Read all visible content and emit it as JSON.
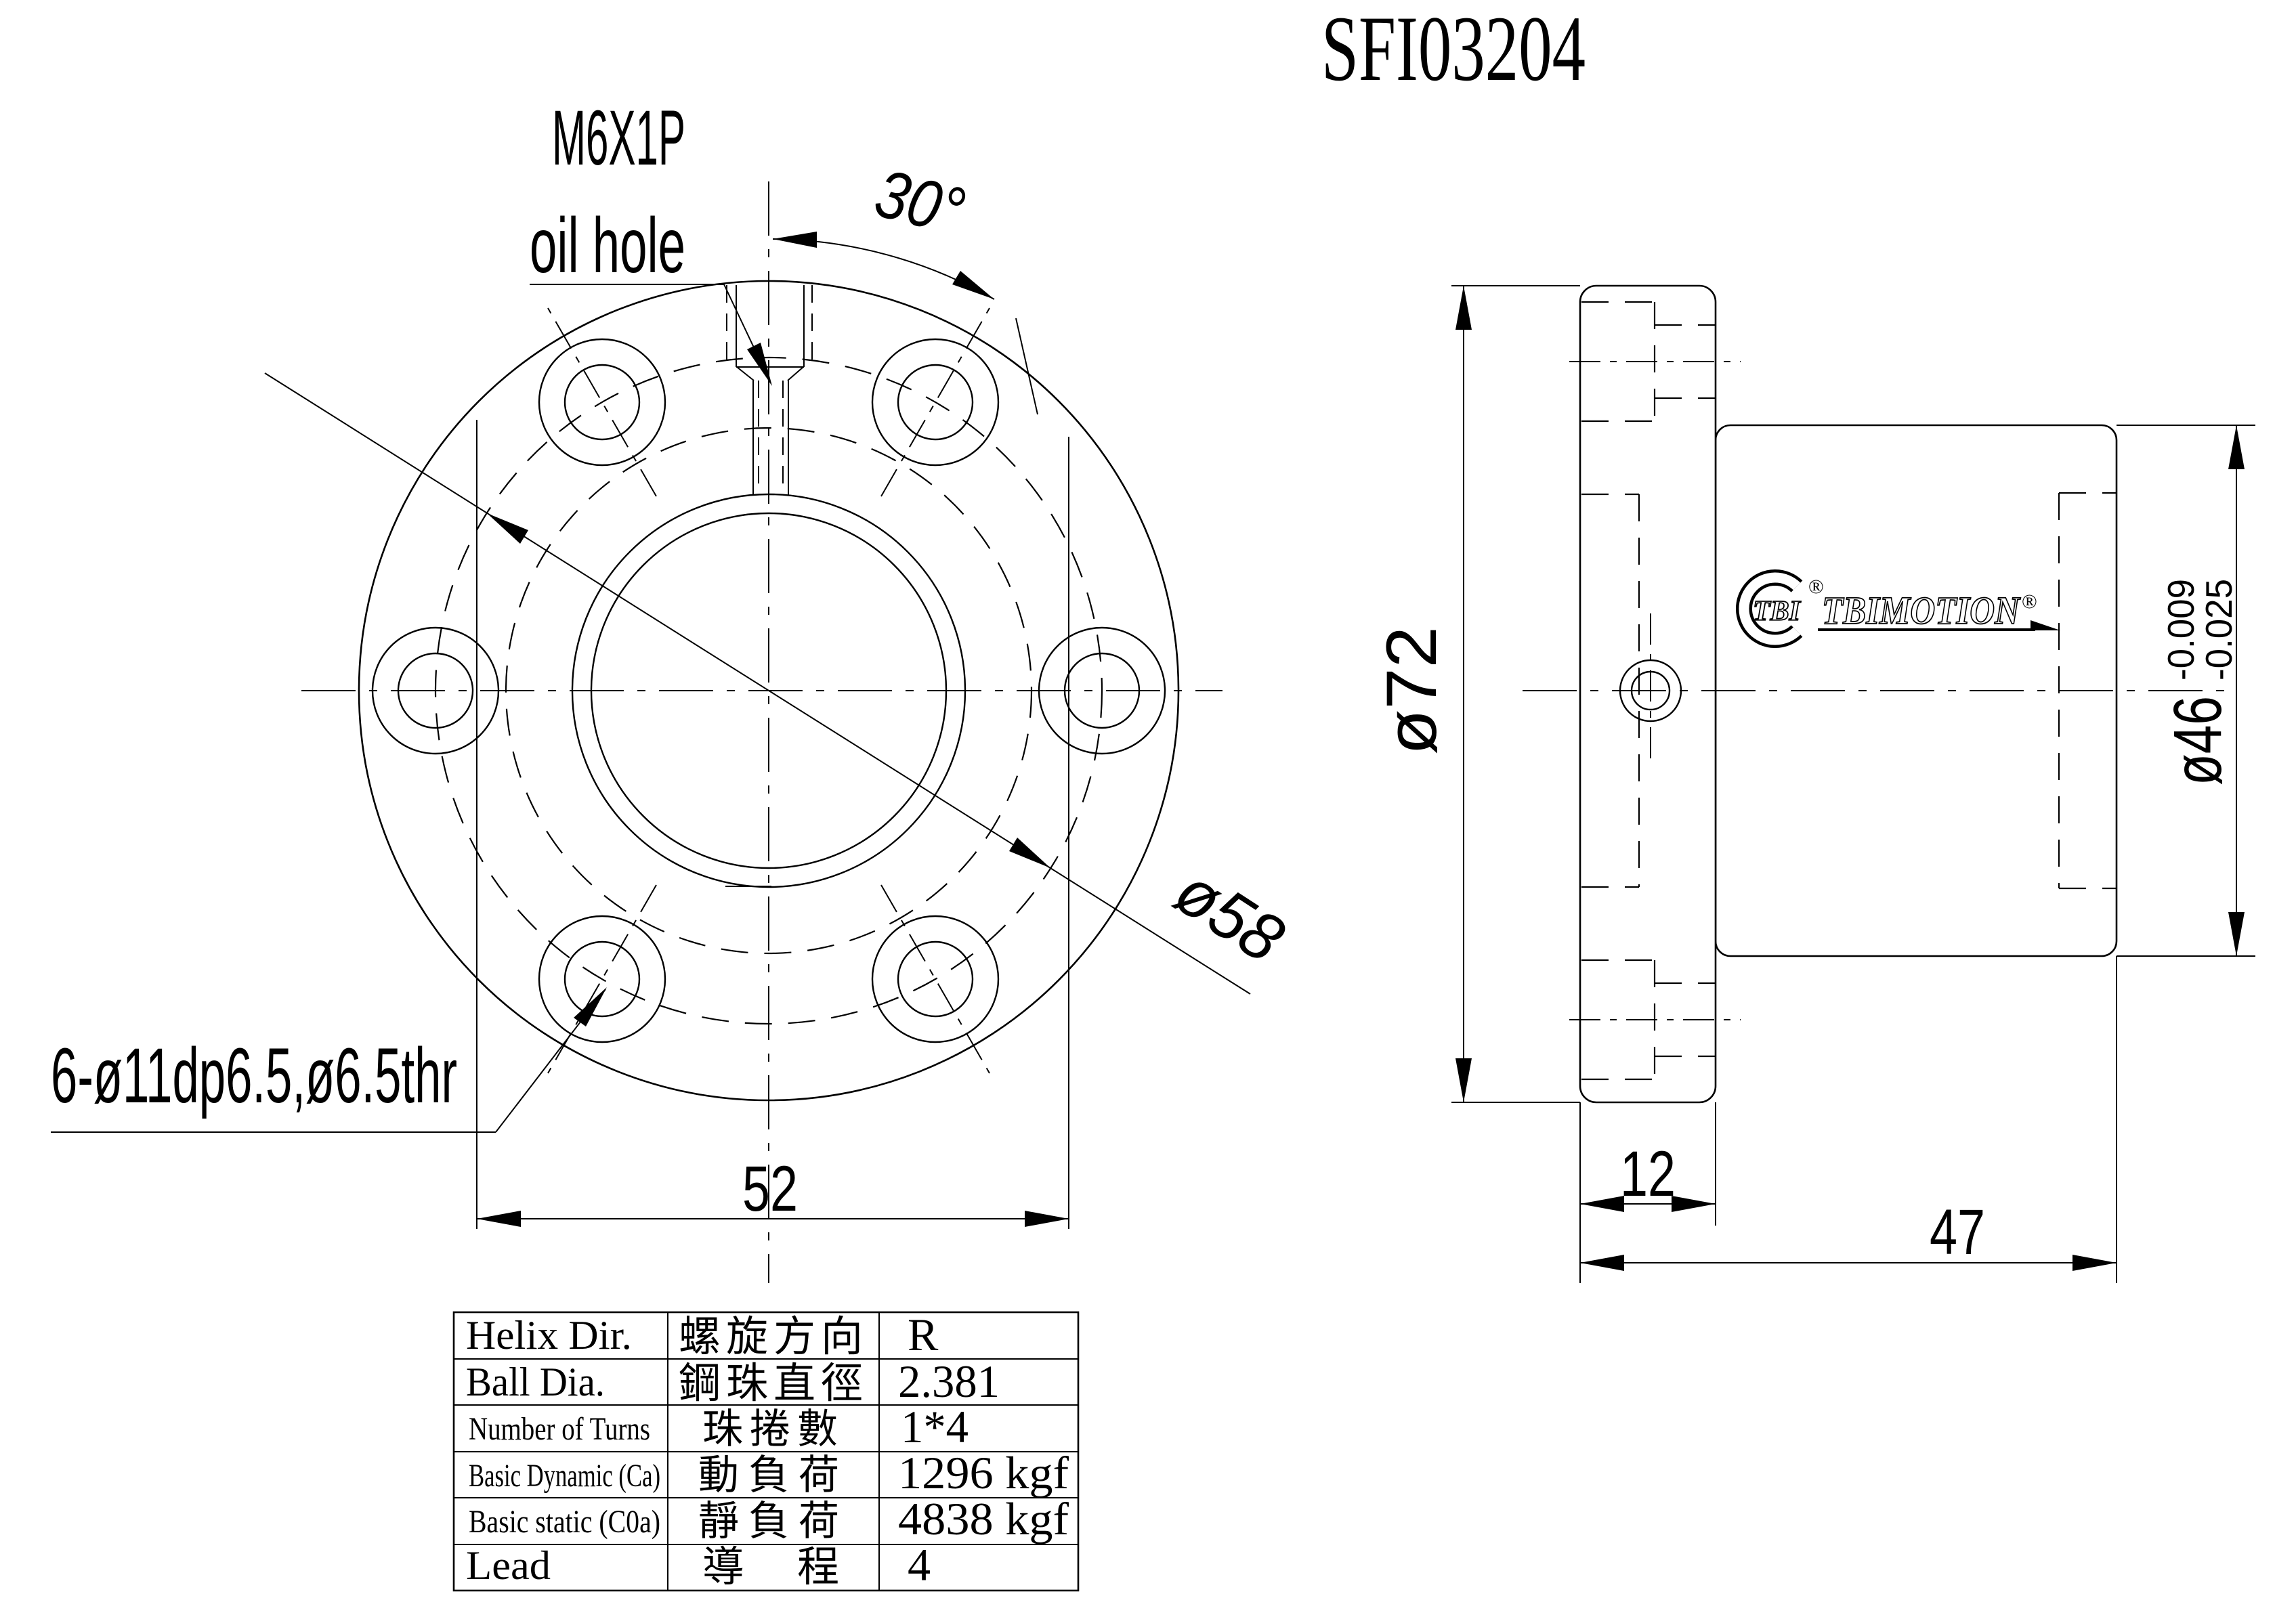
{
  "title": "SFI03204",
  "front_view": {
    "oil_hole_label_line1": "M6X1P",
    "oil_hole_label_line2": "oil hole",
    "angle_dim": "30°",
    "bolt_hole_callout": "6-ø11dp6.5,ø6.5thr",
    "bolt_circle_dim": "ø58",
    "hole_span_dim": "52"
  },
  "side_view": {
    "flange_od_dim": "ø72",
    "body_od_dim": "ø46",
    "body_od_tol_upper": "-0.009",
    "body_od_tol_lower": "-0.025",
    "flange_thickness_dim": "12",
    "overall_length_dim": "47"
  },
  "logo": {
    "mark": "TBI",
    "wordmark": "TBIMOTION",
    "registered": "®"
  },
  "spec_table": {
    "rows": [
      {
        "en": "Helix  Dir.",
        "zh": "螺旋方向",
        "value": "R"
      },
      {
        "en": "Ball Dia.",
        "zh": "鋼珠直徑",
        "value": "2.381"
      },
      {
        "en": "Number of Turns",
        "zh": "珠捲數",
        "value": "1*4"
      },
      {
        "en": "Basic Dynamic (Ca)",
        "zh": "動負荷",
        "value": "1296 kgf"
      },
      {
        "en": "Basic static (C0a)",
        "zh": "靜負荷",
        "value": "4838 kgf"
      },
      {
        "en": "Lead",
        "zh": "導　程",
        "value": "4"
      }
    ]
  }
}
